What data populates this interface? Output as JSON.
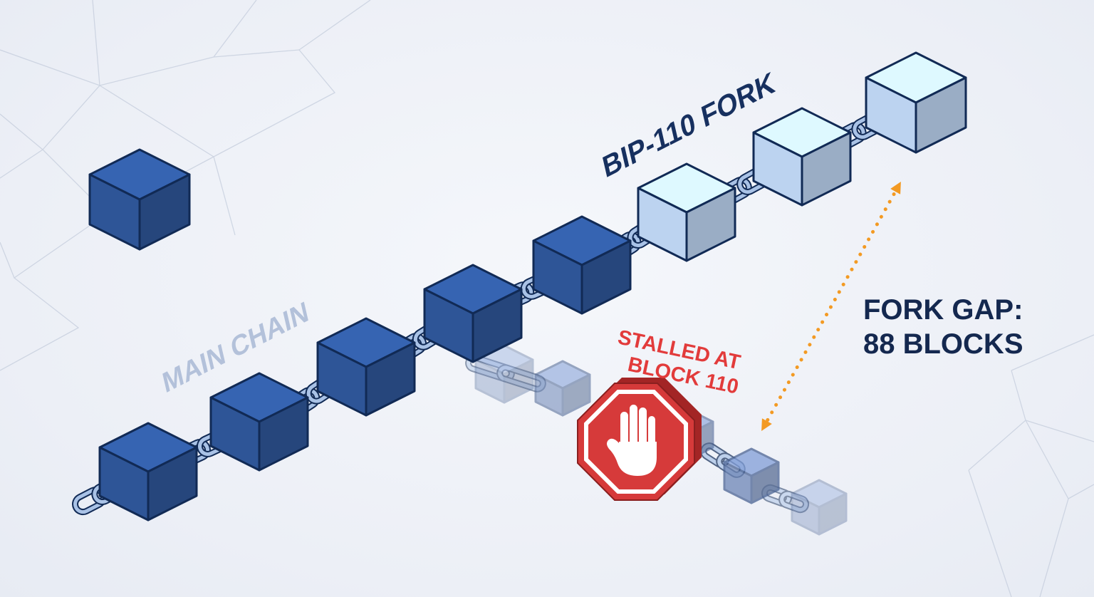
{
  "labels": {
    "fork": "BIP-110 FORK",
    "main_chain": "MAIN CHAIN",
    "stalled_line1": "STALLED AT",
    "stalled_line2": "BLOCK 110",
    "gap_line1": "FORK GAP:",
    "gap_line2": "88 BLOCKS"
  },
  "colors": {
    "main_block": "#2e5597",
    "fork_block": "#bcd3f0",
    "outline": "#112a55",
    "ghost_block": "#6d86b6",
    "link": "#a9c2e6",
    "stop_red": "#d63a3a",
    "arrow_orange": "#f39a23",
    "gap_text": "#14284f",
    "main_chain_text": "#b3c1da",
    "stalled_text": "#e23b3b"
  },
  "icons": {
    "stop_sign": "stop-hand-icon",
    "arrow": "double-arrow-icon"
  }
}
